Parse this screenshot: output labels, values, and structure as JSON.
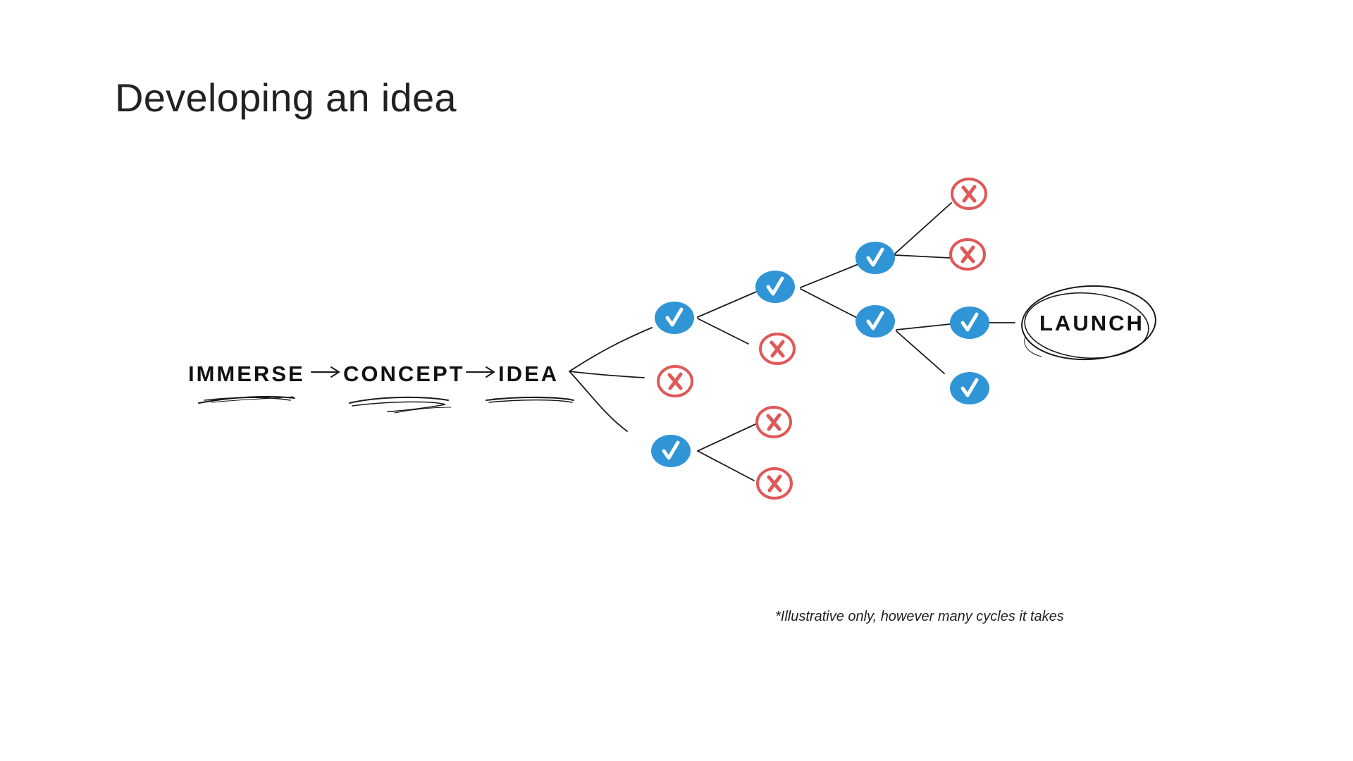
{
  "slide": {
    "title": "Developing an idea",
    "footnote": "*Illustrative only, however many cycles it takes"
  },
  "stages": {
    "immerse": "IMMERSE",
    "concept": "CONCEPT",
    "idea": "IDEA",
    "launch": "LAUNCH"
  },
  "icons": {
    "pass": "check-icon",
    "fail": "cross-icon"
  },
  "colors": {
    "pass": "#2f95d6",
    "fail": "#e05858",
    "ink": "#1a1a1a"
  }
}
